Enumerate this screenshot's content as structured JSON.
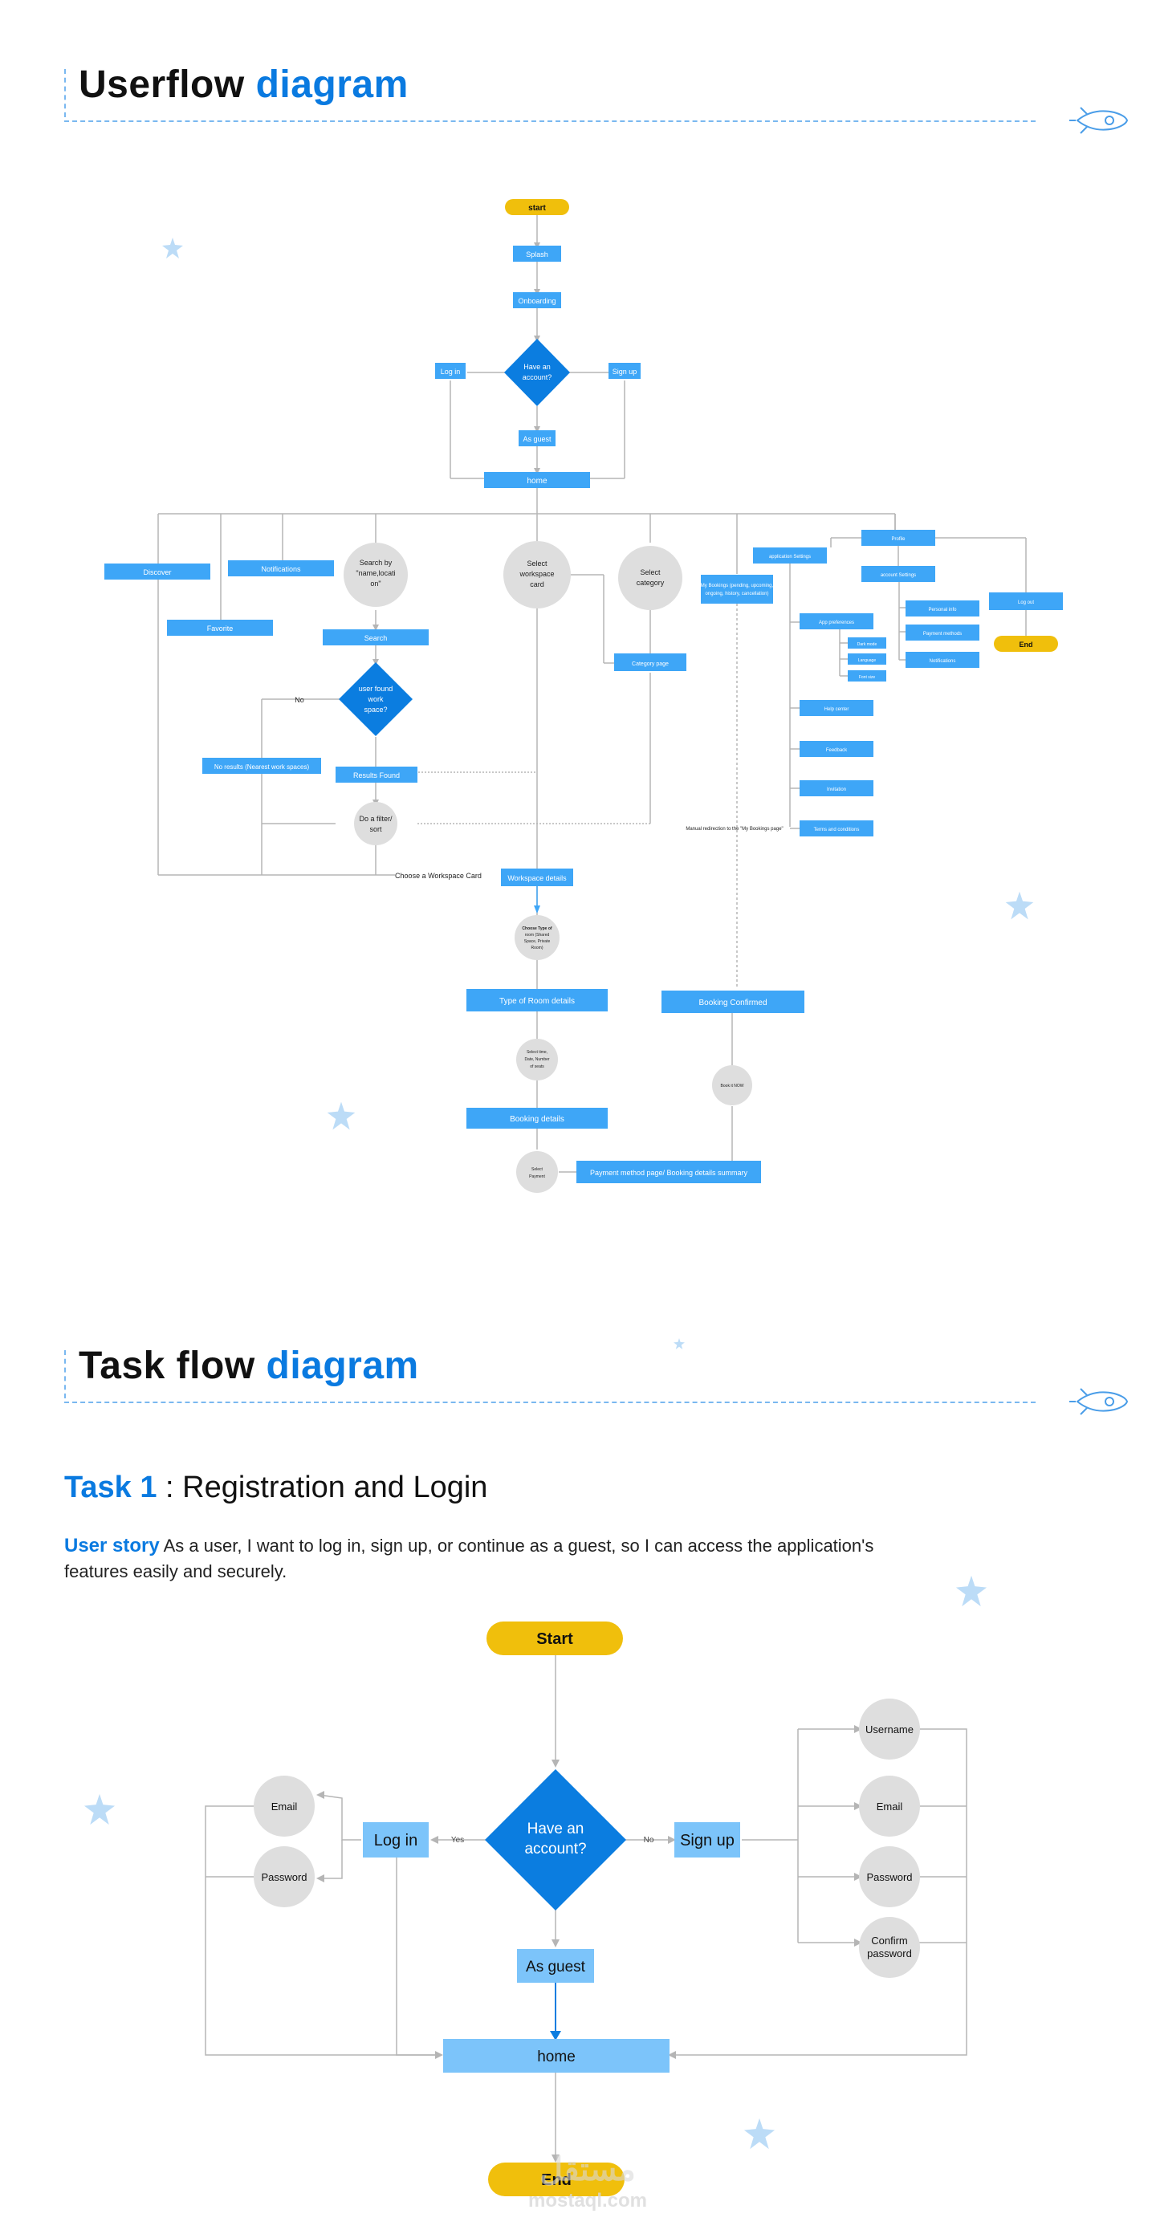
{
  "userflow": {
    "title_a": "Userflow",
    "title_b": "diagram",
    "nodes": {
      "start": "start",
      "splash": "Splash",
      "onboarding": "Onboarding",
      "have_account": [
        "Have an",
        "account?"
      ],
      "log_in": "Log in",
      "sign_up": "Sign up",
      "as_guest": "As guest",
      "home": "home",
      "discover": "Discover",
      "notifications": "Notifications",
      "favorite": "Favorite",
      "search_by": [
        "Search by",
        "\"name,locati",
        "on\""
      ],
      "search": "Search",
      "user_found": [
        "user found",
        "work",
        "space?"
      ],
      "no": "No",
      "no_results": "No results (Nearest work spaces)",
      "results_found": "Results Found",
      "filter_sort": [
        "Do a filter/",
        "sort"
      ],
      "choose_card": "Choose a Workspace Card",
      "workspace_details": "Workspace details",
      "select_workspace_card": [
        "Select",
        "workspace",
        "card"
      ],
      "select_category": [
        "Select",
        "category"
      ],
      "category_page": "Category page",
      "my_bookings": [
        "My Bookings (pending, upcoming,",
        "ongoing, history, cancellation)"
      ],
      "application_settings": "application Settings",
      "profile": "Profile",
      "account_settings": "account Settings",
      "logout": "Log out",
      "end": "End",
      "app_preferences": "App preferences",
      "dark_mode": "Dark mode",
      "language": "Language",
      "font_size": "Font size",
      "personal_info": "Personal info",
      "payment_methods": "Payment methods",
      "notifications_small": "Notifications",
      "help_center": "Help center",
      "feedback": "Feedback",
      "invitation": "Invitation",
      "terms": "Terms and conditions",
      "manual_redirection": "Manual redirection to the \"My Bookings page\"",
      "choose_room_type": [
        "Choose Type of",
        "room (Shared",
        "Space, Private",
        "Room)"
      ],
      "type_room_details": "Type of Room details",
      "select_time": [
        "Select time,",
        "Date, Number",
        "of seats"
      ],
      "booking_details": "Booking details",
      "select_payment": [
        "Select",
        "Payment"
      ],
      "payment_summary": "Payment method page/ Booking details summary",
      "book_now": "Book it NOW",
      "booking_confirmed": "Booking Confirmed"
    }
  },
  "taskflow": {
    "title_a": "Task flow",
    "title_b": "diagram",
    "task_label": "Task 1",
    "task_name": " : Registration and Login",
    "story_label": "User story",
    "story_line1": " As a user, I want to log in, sign up, or continue as a guest, so I can access the application's",
    "story_line2": "features easily and securely.",
    "nodes": {
      "start": "Start",
      "have_account": [
        "Have an",
        "account?"
      ],
      "log_in": "Log in",
      "sign_up": "Sign up",
      "yes": "Yes",
      "no": "No",
      "email_left": "Email",
      "password_left": "Password",
      "username": "Username",
      "email_right": "Email",
      "password_right": "Password",
      "confirm_password": [
        "Confirm",
        "password"
      ],
      "as_guest": "As guest",
      "home": "home",
      "end": "End"
    }
  },
  "watermark": {
    "logo": "مستقل",
    "site": "mostaql.com"
  },
  "colors": {
    "accent": "#0a7ae0",
    "node_blue": "#3ea6f7",
    "node_light": "#7cc4fa",
    "diamond": "#0b7de0",
    "terminal": "#f0bf0c",
    "circle": "#dedede",
    "line": "#b5b5b5"
  }
}
